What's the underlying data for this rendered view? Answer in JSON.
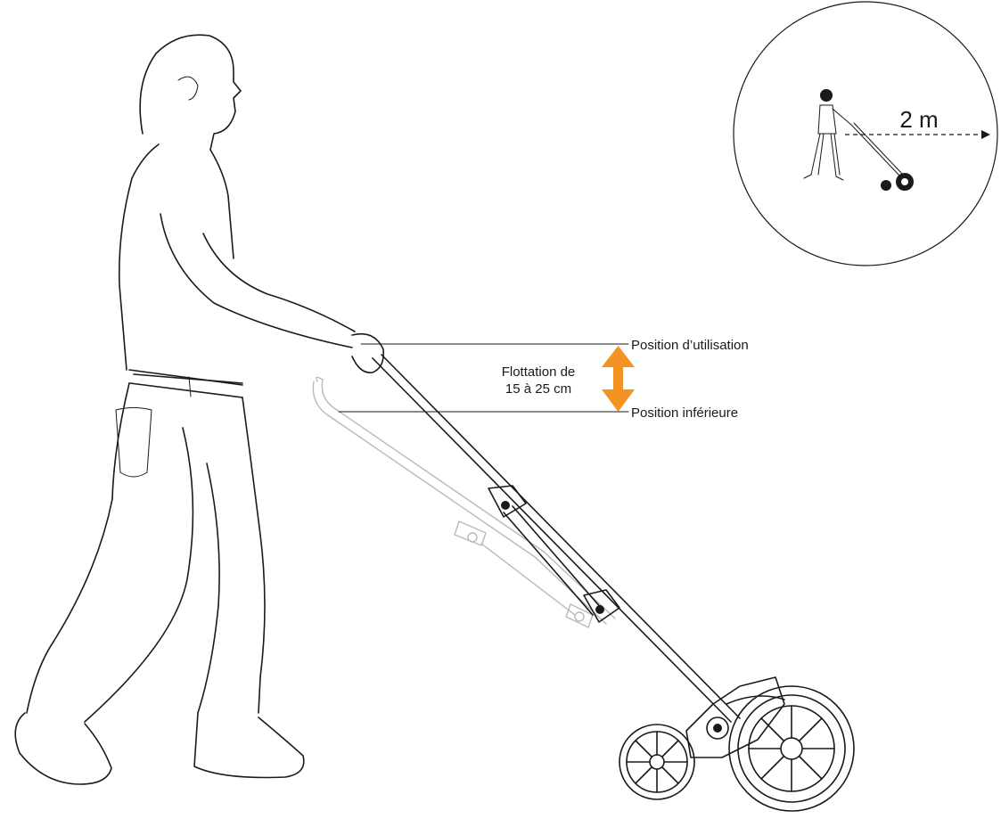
{
  "labels": {
    "usage_position": "Position d’utilisation",
    "lower_position": "Position inférieure",
    "float_line1": "Flottation de",
    "float_line2": "15 à 25 cm",
    "distance": "2 m"
  },
  "colors": {
    "arrow": "#f39321",
    "ink": "#1a1a1a",
    "ghost": "#b9b9b9"
  },
  "icons": {
    "float_range": "double-arrow-vertical-icon",
    "distance": "dashed-arrow-right-icon"
  }
}
